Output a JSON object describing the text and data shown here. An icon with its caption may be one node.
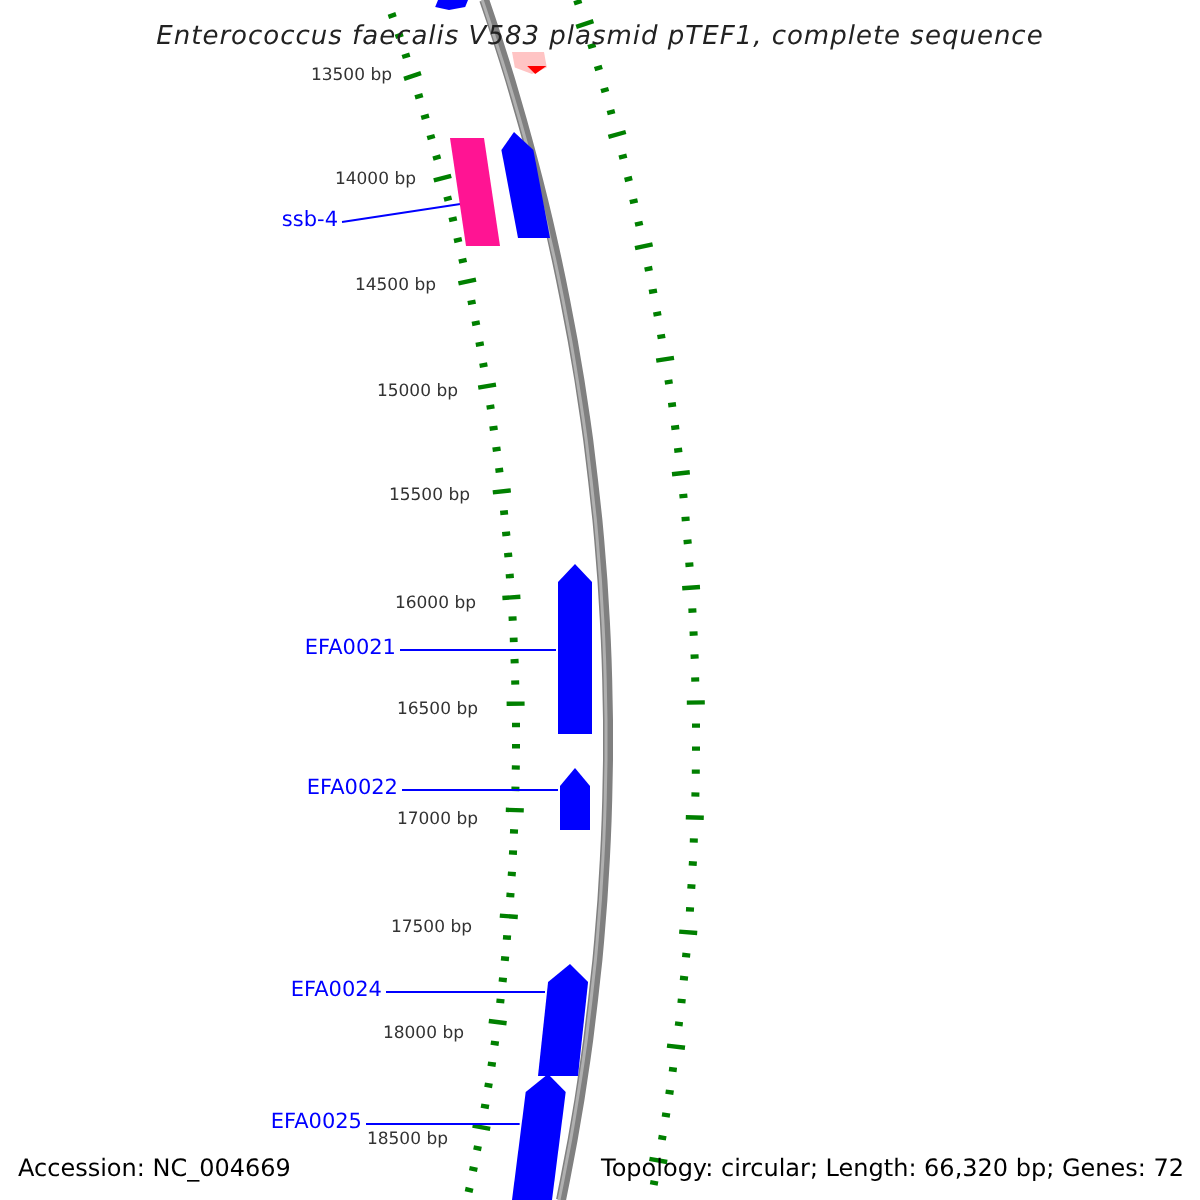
{
  "diagram": {
    "title": "Enterococcus faecalis V583 plasmid pTEF1, complete sequence",
    "nodes": [
      {
        "text": [],
        "shape": "arrow"
      },
      {
        "text": [],
        "shape": "arrow"
      },
      {
        "text": [],
        "shape": "arrow"
      },
      {
        "text": [],
        "shape": "bar"
      },
      {
        "text": [
          "ssb-4"
        ]
      },
      {
        "text": [
          "EFA0021"
        ]
      },
      {
        "text": [],
        "shape": "arrow"
      },
      {
        "text": [
          "EFA0022"
        ]
      },
      {
        "text": [],
        "shape": "arrow"
      },
      {
        "text": [
          "EFA0024"
        ]
      },
      {
        "text": [],
        "shape": "arrow"
      },
      {
        "text": [
          "EFA0025"
        ]
      },
      {
        "text": [],
        "shape": "arrow"
      }
    ],
    "edges": [
      {
        "from": 4,
        "to": 3,
        "arrow": "none"
      },
      {
        "from": 5,
        "to": 6,
        "arrow": "none"
      },
      {
        "from": 7,
        "to": 8,
        "arrow": "none"
      },
      {
        "from": 9,
        "to": 10,
        "arrow": "none"
      },
      {
        "from": 11,
        "to": 12,
        "arrow": "none"
      }
    ],
    "labels": [
      "13500 bp",
      "14000 bp",
      "14500 bp",
      "15000 bp",
      "15500 bp",
      "16000 bp",
      "16500 bp",
      "17000 bp",
      "17500 bp",
      "18000 bp",
      "18500 bp",
      "Accession: NC_004669",
      "Topology: circular; Length: 66,320 bp; Genes: 72"
    ]
  }
}
